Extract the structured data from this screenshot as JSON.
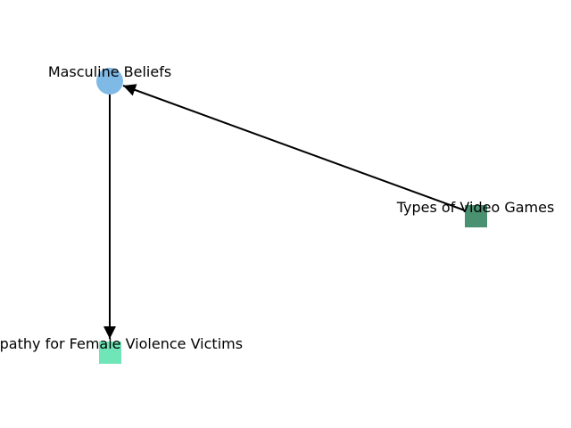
{
  "diagram": {
    "nodes": [
      {
        "id": "masculine",
        "label": "Masculine Beliefs",
        "shape": "circle",
        "color": "#7fb9e6"
      },
      {
        "id": "videogames",
        "label": "Types of Video Games",
        "shape": "square",
        "color": "#4a9172"
      },
      {
        "id": "empathy",
        "label": "Empathy for Female Violence Victims",
        "shape": "square",
        "color": "#70e6b8"
      }
    ],
    "edges": [
      {
        "from": "videogames",
        "to": "masculine"
      },
      {
        "from": "masculine",
        "to": "empathy"
      }
    ],
    "edge_color": "#000000"
  }
}
